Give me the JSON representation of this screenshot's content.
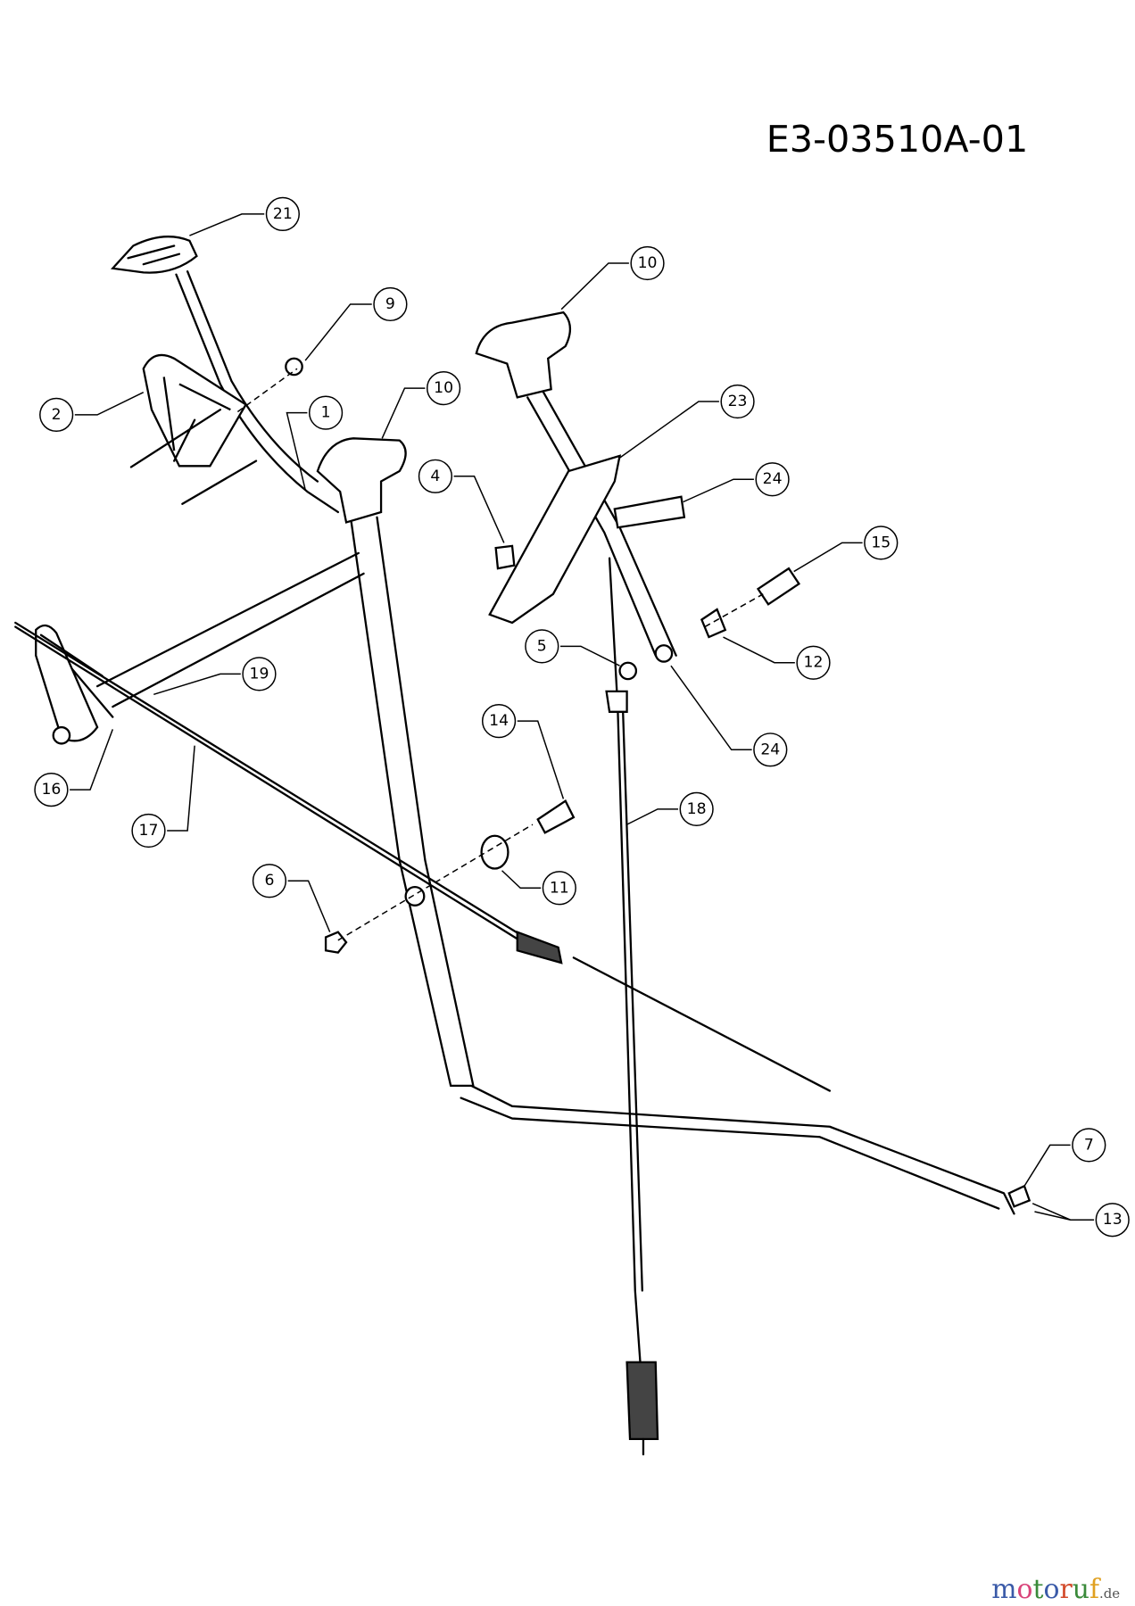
{
  "diagram_code": "E3-03510A-01",
  "watermark": {
    "letters": [
      "m",
      "o",
      "t",
      "o",
      "r",
      "u",
      "f"
    ],
    "suffix": ".de",
    "colors": [
      "#3a5aa8",
      "#d9447a",
      "#3a8a3a",
      "#3a5aa8",
      "#d24a2a",
      "#3a8a3a",
      "#e0a020"
    ]
  },
  "callouts": [
    "21",
    "9",
    "2",
    "1",
    "10",
    "10",
    "23",
    "24",
    "4",
    "15",
    "5",
    "12",
    "24",
    "14",
    "19",
    "16",
    "17",
    "18",
    "11",
    "6",
    "7",
    "13"
  ]
}
